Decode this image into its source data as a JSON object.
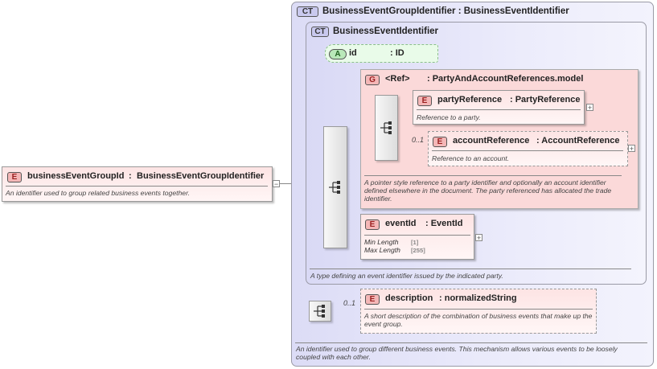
{
  "root_element": {
    "badge": "E",
    "name": "businessEventGroupId",
    "sep": ":",
    "type": "BusinessEventGroupIdentifier",
    "description": "An identifier used to group related business events together.",
    "collapse": "−"
  },
  "outer_complex_type": {
    "badge": "CT",
    "title": "BusinessEventGroupIdentifier : BusinessEventIdentifier",
    "description": "An identifier used to group different business events. This mechanism allows various events to be loosely coupled with each other."
  },
  "inner_complex_type": {
    "badge": "CT",
    "title": "BusinessEventIdentifier",
    "description": "A type defining an event identifier issued by the indicated party."
  },
  "attribute_id": {
    "badge": "A",
    "name": "id",
    "type": ": ID"
  },
  "group_ref": {
    "badge": "G",
    "name": "<Ref>",
    "type": ": PartyAndAccountReferences.model",
    "description": "A pointer style reference to a party identifier and optionally an account identifier defined elsewhere in the document. The party referenced has allocated the trade identifier."
  },
  "party_reference": {
    "badge": "E",
    "name": "partyReference",
    "type": ": PartyReference",
    "description": "Reference to a party.",
    "expand": "+"
  },
  "account_reference": {
    "badge": "E",
    "cardinality": "0..1",
    "name": "accountReference",
    "type": ": AccountReference",
    "description": "Reference to an account.",
    "expand": "+"
  },
  "event_id": {
    "badge": "E",
    "name": "eventId",
    "type": ": EventId",
    "facets": [
      {
        "label": "Min Length",
        "value": "[1]"
      },
      {
        "label": "Max Length",
        "value": "[255]"
      }
    ],
    "expand": "+"
  },
  "description_element": {
    "badge": "E",
    "cardinality": "0..1",
    "name": "description",
    "type": ": normalizedString",
    "description": "A short description of the combination of business events that make up the event group."
  }
}
